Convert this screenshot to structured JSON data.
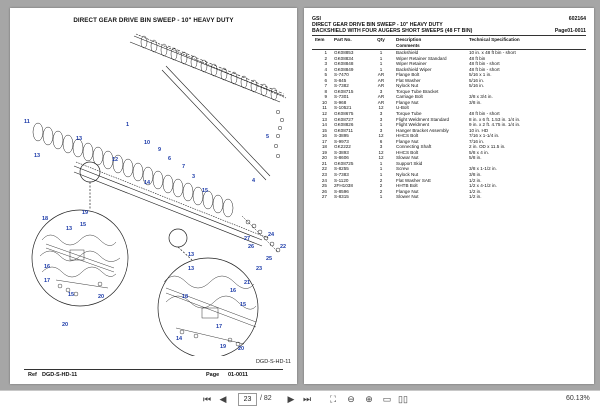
{
  "left_page": {
    "title": "DIRECT GEAR DRIVE BIN SWEEP - 10\" HEAVY DUTY",
    "drawing_id": "DGD-S-HD-11",
    "footer": {
      "ref_label": "Ref",
      "ref_value": "DGD-S-HD-11",
      "page_label": "Page",
      "page_value": "01-0011"
    },
    "callouts": [
      "1",
      "2",
      "3",
      "4",
      "5",
      "6",
      "7",
      "8",
      "9",
      "10",
      "11",
      "12",
      "13",
      "14",
      "15",
      "16",
      "17",
      "18",
      "19",
      "20",
      "21",
      "22",
      "23",
      "24",
      "25",
      "26",
      "27"
    ]
  },
  "right_page": {
    "brand": "GSI",
    "doc_number": "602164",
    "title": "DIRECT GEAR DRIVE BIN SWEEP - 10\" HEAVY DUTY",
    "subtitle": "BACKSHIELD WITH FOUR AUGERS SHORT SWEEPS (48 FT BIN)",
    "page_ref": "Page01-0011",
    "columns": {
      "item": "Item",
      "part": "Part No.",
      "qty": "Qty",
      "desc": "Description",
      "desc2": "Comments",
      "spec": "Technical Specification"
    },
    "parts": [
      {
        "item": "1",
        "part": "GK08853",
        "qty": "1",
        "desc": "Backshield",
        "spec": "10 in. x 48 ft bin - short"
      },
      {
        "item": "2",
        "part": "GK08834",
        "qty": "1",
        "desc": "Wiper Retainer Standard",
        "spec": "48 ft bin"
      },
      {
        "item": "3",
        "part": "GK08848",
        "qty": "1",
        "desc": "Wiper Retainer",
        "spec": "48 ft bin - short"
      },
      {
        "item": "4",
        "part": "GK08849",
        "qty": "1",
        "desc": "Backshield Wiper",
        "spec": "48 ft bin - short"
      },
      {
        "item": "5",
        "part": "S-7470",
        "qty": "AR",
        "desc": "Flange Bolt",
        "spec": "5/16 x 1 in."
      },
      {
        "item": "6",
        "part": "S-845",
        "qty": "AR",
        "desc": "Flat Washer",
        "spec": "5/16 in."
      },
      {
        "item": "7",
        "part": "S-7382",
        "qty": "AR",
        "desc": "Nylock Nut",
        "spec": "5/16 in."
      },
      {
        "item": "8",
        "part": "GK08715",
        "qty": "3",
        "desc": "Torque Tube Bracket",
        "spec": ""
      },
      {
        "item": "9",
        "part": "S-7301",
        "qty": "AR",
        "desc": "Carriage Bolt",
        "spec": "3/8 x 3/4 in."
      },
      {
        "item": "10",
        "part": "S-968",
        "qty": "AR",
        "desc": "Flange Nut",
        "spec": "3/8 in."
      },
      {
        "item": "11",
        "part": "S-10521",
        "qty": "12",
        "desc": "U-Bolt",
        "spec": ""
      },
      {
        "item": "12",
        "part": "GK08675",
        "qty": "3",
        "desc": "Torque Tube",
        "spec": "48 ft bin - short"
      },
      {
        "item": "13",
        "part": "GK08727",
        "qty": "3",
        "desc": "Flight Weldment Standard",
        "spec": "8 in. x 6 ft. 1.53 in. 1/4 in."
      },
      {
        "item": "14",
        "part": "GK08826",
        "qty": "1",
        "desc": "Flight Weldment",
        "spec": "9 in. x 2 ft. 4.75 in. 1/4 in."
      },
      {
        "item": "15",
        "part": "GK08711",
        "qty": "3",
        "desc": "Hanger Bracket Assembly",
        "spec": "10 in. HD"
      },
      {
        "item": "16",
        "part": "S-3895",
        "qty": "12",
        "desc": "HHCS Bolt",
        "spec": "7/16 x 1-1/4 in."
      },
      {
        "item": "17",
        "part": "S-9973",
        "qty": "6",
        "desc": "Flange Nut",
        "spec": "7/16 in."
      },
      {
        "item": "18",
        "part": "GK2222",
        "qty": "3",
        "desc": "Connecting Shaft",
        "spec": "2 in. OD x 11.5 in."
      },
      {
        "item": "19",
        "part": "S-3893",
        "qty": "12",
        "desc": "HHCS Bolt",
        "spec": "5/8 x 4 in."
      },
      {
        "item": "20",
        "part": "S-8606",
        "qty": "12",
        "desc": "Slowar Nut",
        "spec": "5/8 in."
      },
      {
        "item": "21",
        "part": "GK08725",
        "qty": "1",
        "desc": "Support Skid",
        "spec": ""
      },
      {
        "item": "22",
        "part": "S-8255",
        "qty": "1",
        "desc": "Screw",
        "spec": "3/8 x 1-1/2 in."
      },
      {
        "item": "23",
        "part": "S-7383",
        "qty": "1",
        "desc": "Nylock Nut",
        "spec": "3/8 in."
      },
      {
        "item": "24",
        "part": "S-1120",
        "qty": "2",
        "desc": "Flat Washer SAE",
        "spec": "1/2 in."
      },
      {
        "item": "25",
        "part": "2FH1038",
        "qty": "2",
        "desc": "HHTB Bolt",
        "spec": "1/2 x 4-1/2 in."
      },
      {
        "item": "26",
        "part": "S-8596",
        "qty": "2",
        "desc": "Flange Nut",
        "spec": "1/2 in."
      },
      {
        "item": "27",
        "part": "S-8315",
        "qty": "1",
        "desc": "Slower Nut",
        "spec": "1/2 in."
      }
    ]
  },
  "toolbar": {
    "current_page": "23",
    "total_pages": "/ 82",
    "zoom": "60.13%"
  }
}
